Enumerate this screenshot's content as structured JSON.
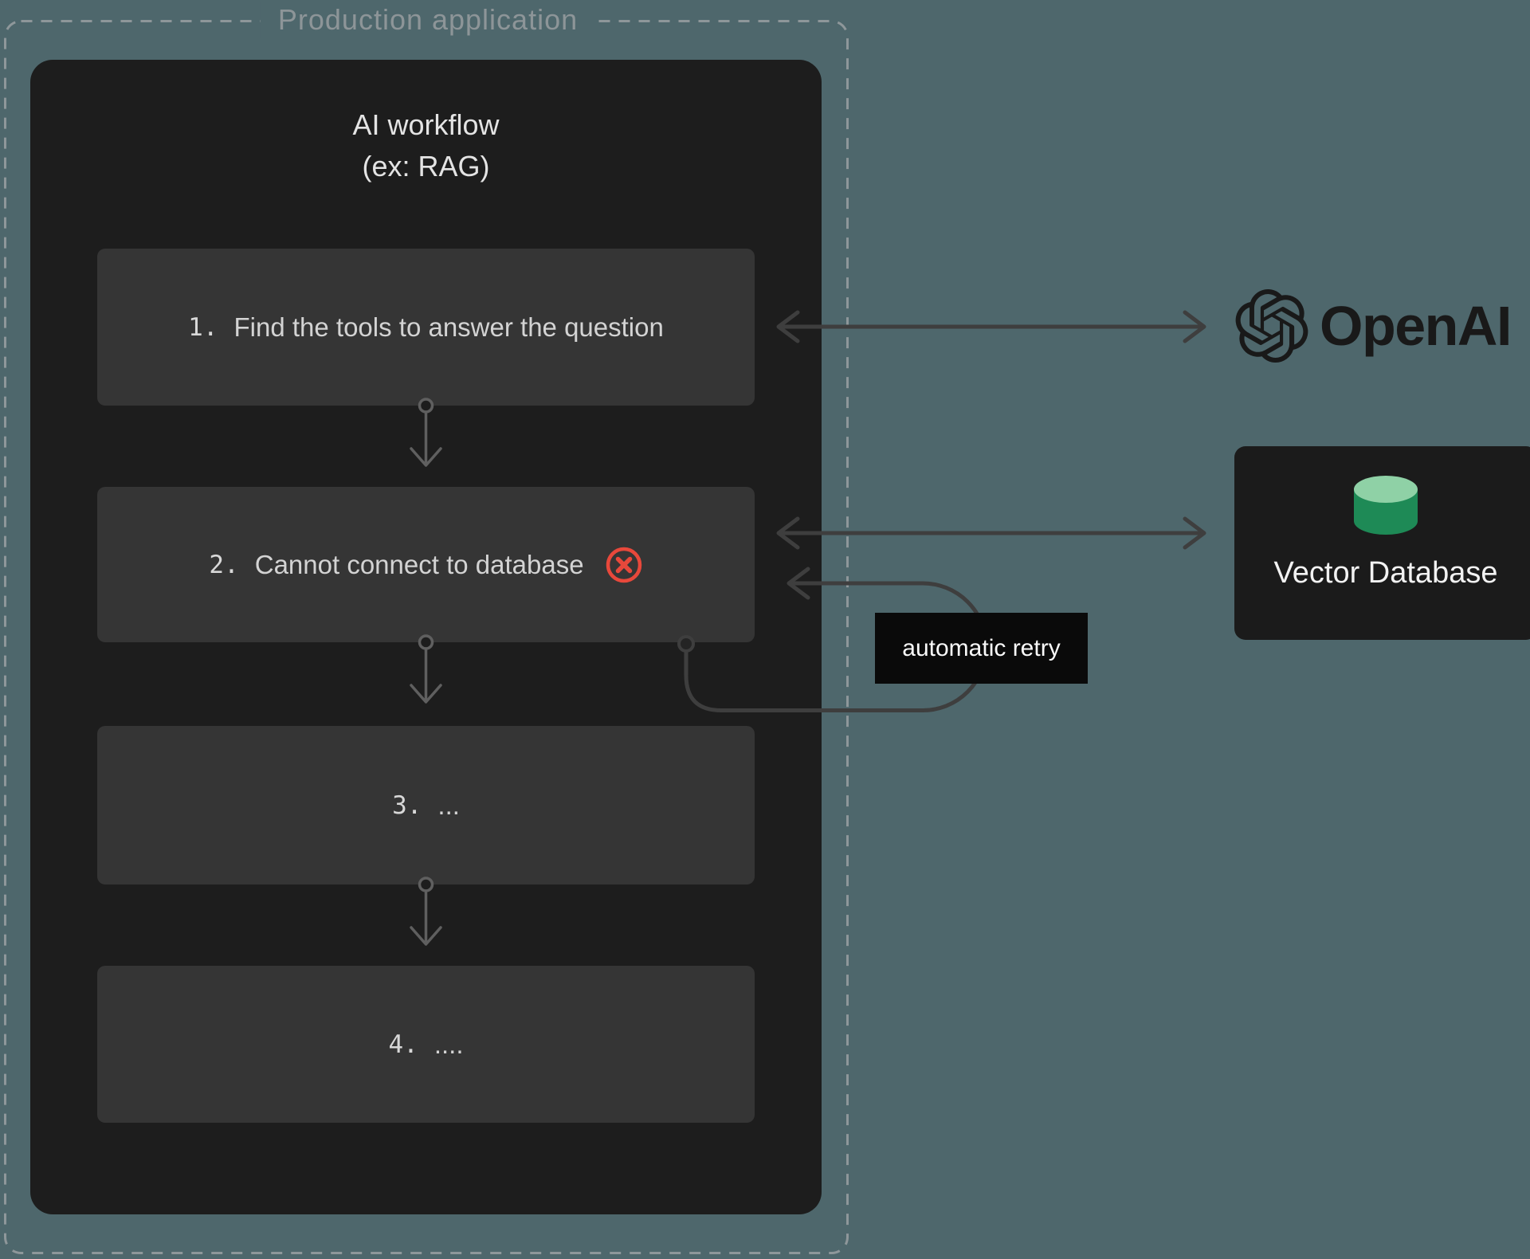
{
  "colors": {
    "background": "#4e676c",
    "panel": "#1d1d1d",
    "step_box": "#353535",
    "dashed_border": "#8e979a",
    "arrow_internal": "#5f5f5f",
    "arrow_external": "#3e3e3e",
    "error_red": "#e8483b",
    "db_green": "#1e8a56",
    "db_green_light": "#8fd1a6",
    "retry_label_bg": "#0a0a0a"
  },
  "production_app": {
    "label": "Production application"
  },
  "workflow": {
    "title_line1": "AI workflow",
    "title_line2": "(ex: RAG)",
    "steps": [
      {
        "number": "1.",
        "label": "Find the tools to answer the question"
      },
      {
        "number": "2.",
        "label": "Cannot connect to database",
        "status": "error"
      },
      {
        "number": "3.",
        "label": "..."
      },
      {
        "number": "4.",
        "label": "...."
      }
    ]
  },
  "services": {
    "openai": {
      "name": "OpenAI"
    },
    "vector_database": {
      "name": "Vector Database"
    }
  },
  "annotations": {
    "retry_label": "automatic retry"
  }
}
